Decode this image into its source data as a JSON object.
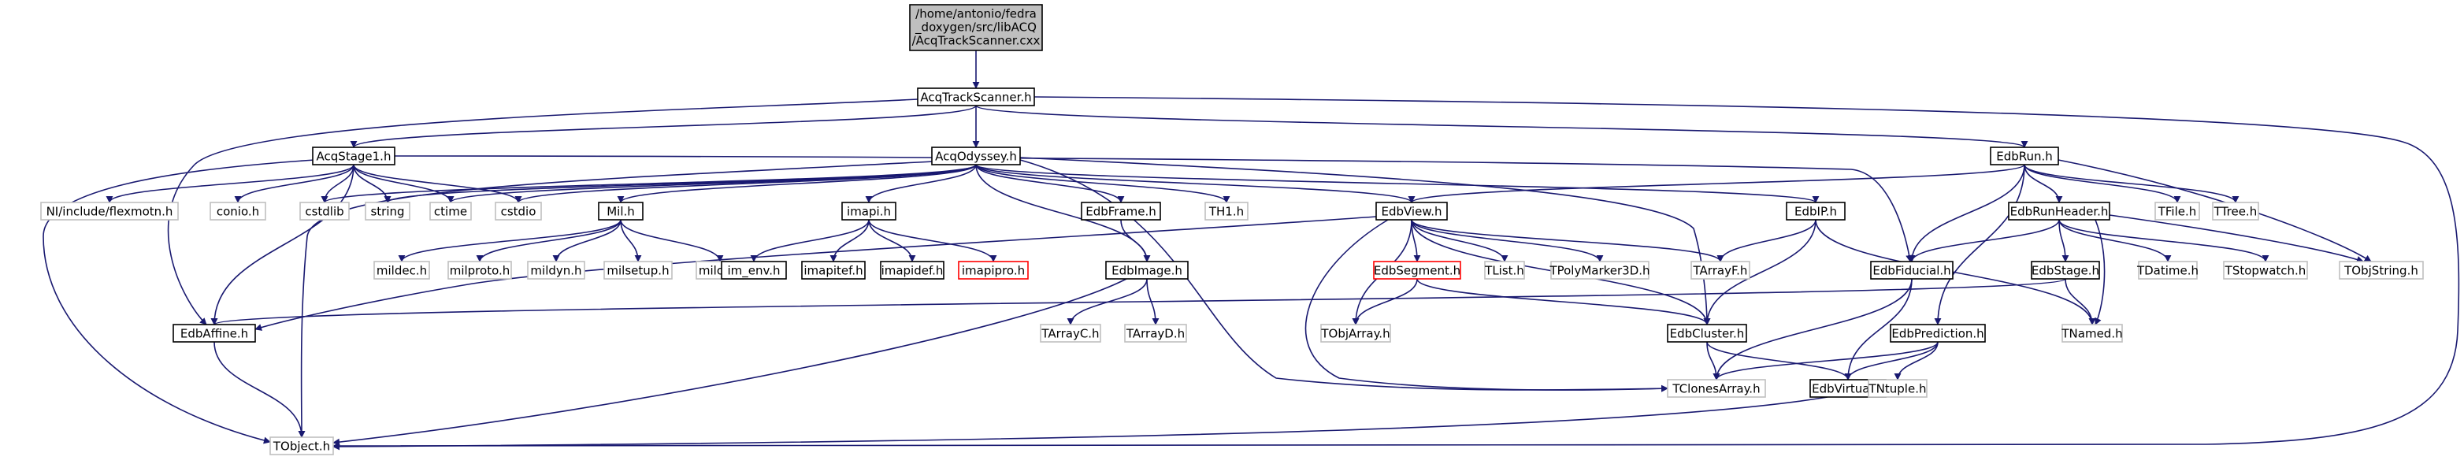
{
  "title_node": {
    "lines": [
      "/home/antonio/fedra",
      "_doxygen/src/libACQ",
      "/AcqTrackScanner.cxx"
    ]
  },
  "colors": {
    "edge": "#191970",
    "title_fill": "#bfbfbf",
    "title_border": "#000000",
    "documented_border": "#000000",
    "undocumented_border": "#bfbfbf",
    "missing_border": "#ff0000",
    "text": "#000000"
  },
  "nodes": [
    {
      "id": "AcqTrackScanner_h",
      "label": "AcqTrackScanner.h",
      "kind": "documented"
    },
    {
      "id": "AcqStage1_h",
      "label": "AcqStage1.h",
      "kind": "documented"
    },
    {
      "id": "AcqOdyssey_h",
      "label": "AcqOdyssey.h",
      "kind": "documented"
    },
    {
      "id": "EdbRun_h",
      "label": "EdbRun.h",
      "kind": "documented"
    },
    {
      "id": "flexmotn_h",
      "label": "NI/include/flexmotn.h",
      "kind": "undocumented"
    },
    {
      "id": "conio_h",
      "label": "conio.h",
      "kind": "undocumented"
    },
    {
      "id": "cstdlib",
      "label": "cstdlib",
      "kind": "undocumented"
    },
    {
      "id": "string",
      "label": "string",
      "kind": "undocumented"
    },
    {
      "id": "ctime",
      "label": "ctime",
      "kind": "undocumented"
    },
    {
      "id": "cstdio",
      "label": "cstdio",
      "kind": "undocumented"
    },
    {
      "id": "Mil_h",
      "label": "Mil.h",
      "kind": "documented"
    },
    {
      "id": "imapi_h",
      "label": "imapi.h",
      "kind": "documented"
    },
    {
      "id": "EdbFrame_h",
      "label": "EdbFrame.h",
      "kind": "documented"
    },
    {
      "id": "TH1_h",
      "label": "TH1.h",
      "kind": "undocumented"
    },
    {
      "id": "EdbView_h",
      "label": "EdbView.h",
      "kind": "documented"
    },
    {
      "id": "EdbIP_h",
      "label": "EdbIP.h",
      "kind": "documented"
    },
    {
      "id": "EdbRunHeader_h",
      "label": "EdbRunHeader.h",
      "kind": "documented"
    },
    {
      "id": "TFile_h",
      "label": "TFile.h",
      "kind": "undocumented"
    },
    {
      "id": "TTree_h",
      "label": "TTree.h",
      "kind": "undocumented"
    },
    {
      "id": "mildec_h",
      "label": "mildec.h",
      "kind": "undocumented"
    },
    {
      "id": "milproto_h",
      "label": "milproto.h",
      "kind": "undocumented"
    },
    {
      "id": "mildyn_h",
      "label": "mildyn.h",
      "kind": "undocumented"
    },
    {
      "id": "milsetup_h",
      "label": "milsetup.h",
      "kind": "undocumented"
    },
    {
      "id": "milos_h",
      "label": "milos.h",
      "kind": "undocumented"
    },
    {
      "id": "im_env_h",
      "label": "im_env.h",
      "kind": "documented"
    },
    {
      "id": "imapitef_h",
      "label": "imapitef.h",
      "kind": "documented"
    },
    {
      "id": "imapidef_h",
      "label": "imapidef.h",
      "kind": "documented"
    },
    {
      "id": "imapipro_h",
      "label": "imapipro.h",
      "kind": "missing"
    },
    {
      "id": "EdbImage_h",
      "label": "EdbImage.h",
      "kind": "documented"
    },
    {
      "id": "EdbSegment_h",
      "label": "EdbSegment.h",
      "kind": "missing"
    },
    {
      "id": "TList_h",
      "label": "TList.h",
      "kind": "undocumented"
    },
    {
      "id": "TPolyMarker3D_h",
      "label": "TPolyMarker3D.h",
      "kind": "undocumented"
    },
    {
      "id": "TArrayF_h",
      "label": "TArrayF.h",
      "kind": "undocumented"
    },
    {
      "id": "EdbFiducial_h",
      "label": "EdbFiducial.h",
      "kind": "documented"
    },
    {
      "id": "EdbStage_h",
      "label": "EdbStage.h",
      "kind": "documented"
    },
    {
      "id": "TDatime_h",
      "label": "TDatime.h",
      "kind": "undocumented"
    },
    {
      "id": "TStopwatch_h",
      "label": "TStopwatch.h",
      "kind": "undocumented"
    },
    {
      "id": "TObjString_h",
      "label": "TObjString.h",
      "kind": "undocumented"
    },
    {
      "id": "EdbAffine_h",
      "label": "EdbAffine.h",
      "kind": "documented"
    },
    {
      "id": "TArrayC_h",
      "label": "TArrayC.h",
      "kind": "undocumented"
    },
    {
      "id": "TArrayD_h",
      "label": "TArrayD.h",
      "kind": "undocumented"
    },
    {
      "id": "TObjArray_h",
      "label": "TObjArray.h",
      "kind": "undocumented"
    },
    {
      "id": "EdbCluster_h",
      "label": "EdbCluster.h",
      "kind": "documented"
    },
    {
      "id": "EdbPrediction_h",
      "label": "EdbPrediction.h",
      "kind": "documented"
    },
    {
      "id": "TNamed_h",
      "label": "TNamed.h",
      "kind": "undocumented"
    },
    {
      "id": "TClonesArray_h",
      "label": "TClonesArray.h",
      "kind": "undocumented"
    },
    {
      "id": "EdbVirtual_h",
      "label": "EdbVirtual.h",
      "kind": "documented"
    },
    {
      "id": "TNtuple_h",
      "label": "TNtuple.h",
      "kind": "undocumented"
    },
    {
      "id": "TObject_h",
      "label": "TObject.h",
      "kind": "undocumented"
    }
  ],
  "edges": [
    [
      "title",
      "AcqTrackScanner_h"
    ],
    [
      "AcqTrackScanner_h",
      "AcqStage1_h"
    ],
    [
      "AcqTrackScanner_h",
      "AcqOdyssey_h"
    ],
    [
      "AcqTrackScanner_h",
      "EdbRun_h"
    ],
    [
      "AcqTrackScanner_h",
      "EdbAffine_h"
    ],
    [
      "AcqTrackScanner_h",
      "TObject_h"
    ],
    [
      "AcqStage1_h",
      "flexmotn_h"
    ],
    [
      "AcqStage1_h",
      "conio_h"
    ],
    [
      "AcqStage1_h",
      "cstdlib"
    ],
    [
      "AcqStage1_h",
      "string"
    ],
    [
      "AcqStage1_h",
      "ctime"
    ],
    [
      "AcqStage1_h",
      "cstdio"
    ],
    [
      "AcqStage1_h",
      "EdbAffine_h"
    ],
    [
      "AcqStage1_h",
      "TObject_h"
    ],
    [
      "AcqStage1_h",
      "EdbFiducial_h"
    ],
    [
      "AcqOdyssey_h",
      "cstdlib"
    ],
    [
      "AcqOdyssey_h",
      "string"
    ],
    [
      "AcqOdyssey_h",
      "ctime"
    ],
    [
      "AcqOdyssey_h",
      "cstdio"
    ],
    [
      "AcqOdyssey_h",
      "Mil_h"
    ],
    [
      "AcqOdyssey_h",
      "imapi_h"
    ],
    [
      "AcqOdyssey_h",
      "EdbFrame_h"
    ],
    [
      "AcqOdyssey_h",
      "TH1_h"
    ],
    [
      "AcqOdyssey_h",
      "EdbView_h"
    ],
    [
      "AcqOdyssey_h",
      "EdbIP_h"
    ],
    [
      "AcqOdyssey_h",
      "EdbImage_h"
    ],
    [
      "AcqOdyssey_h",
      "EdbCluster_h"
    ],
    [
      "AcqOdyssey_h",
      "TClonesArray_h"
    ],
    [
      "AcqOdyssey_h",
      "TObject_h"
    ],
    [
      "EdbRun_h",
      "EdbView_h"
    ],
    [
      "EdbRun_h",
      "EdbRunHeader_h"
    ],
    [
      "EdbRun_h",
      "TFile_h"
    ],
    [
      "EdbRun_h",
      "TTree_h"
    ],
    [
      "EdbRun_h",
      "EdbFiducial_h"
    ],
    [
      "EdbRun_h",
      "EdbPrediction_h"
    ],
    [
      "EdbRun_h",
      "TObjString_h"
    ],
    [
      "Mil_h",
      "mildec_h"
    ],
    [
      "Mil_h",
      "milproto_h"
    ],
    [
      "Mil_h",
      "mildyn_h"
    ],
    [
      "Mil_h",
      "milsetup_h"
    ],
    [
      "Mil_h",
      "milos_h"
    ],
    [
      "imapi_h",
      "im_env_h"
    ],
    [
      "imapi_h",
      "imapitef_h"
    ],
    [
      "imapi_h",
      "imapidef_h"
    ],
    [
      "imapi_h",
      "imapipro_h"
    ],
    [
      "EdbFrame_h",
      "EdbImage_h"
    ],
    [
      "EdbImage_h",
      "TArrayC_h"
    ],
    [
      "EdbImage_h",
      "TArrayD_h"
    ],
    [
      "EdbImage_h",
      "TObject_h"
    ],
    [
      "EdbView_h",
      "EdbSegment_h"
    ],
    [
      "EdbView_h",
      "TList_h"
    ],
    [
      "EdbView_h",
      "TPolyMarker3D_h"
    ],
    [
      "EdbView_h",
      "TArrayF_h"
    ],
    [
      "EdbView_h",
      "TObjArray_h"
    ],
    [
      "EdbView_h",
      "EdbCluster_h"
    ],
    [
      "EdbView_h",
      "TClonesArray_h"
    ],
    [
      "EdbView_h",
      "EdbAffine_h"
    ],
    [
      "EdbIP_h",
      "TArrayF_h"
    ],
    [
      "EdbIP_h",
      "EdbCluster_h"
    ],
    [
      "EdbIP_h",
      "TNamed_h"
    ],
    [
      "EdbRunHeader_h",
      "EdbFiducial_h"
    ],
    [
      "EdbRunHeader_h",
      "EdbStage_h"
    ],
    [
      "EdbRunHeader_h",
      "TDatime_h"
    ],
    [
      "EdbRunHeader_h",
      "TStopwatch_h"
    ],
    [
      "EdbRunHeader_h",
      "TObjString_h"
    ],
    [
      "EdbRunHeader_h",
      "TNamed_h"
    ],
    [
      "EdbStage_h",
      "EdbAffine_h"
    ],
    [
      "EdbStage_h",
      "TNamed_h"
    ],
    [
      "EdbSegment_h",
      "TObjArray_h"
    ],
    [
      "EdbSegment_h",
      "EdbCluster_h"
    ],
    [
      "EdbFiducial_h",
      "EdbVirtual_h"
    ],
    [
      "EdbFiducial_h",
      "TClonesArray_h"
    ],
    [
      "EdbCluster_h",
      "TClonesArray_h"
    ],
    [
      "EdbCluster_h",
      "EdbVirtual_h"
    ],
    [
      "EdbPrediction_h",
      "TClonesArray_h"
    ],
    [
      "EdbPrediction_h",
      "EdbVirtual_h"
    ],
    [
      "EdbPrediction_h",
      "TNtuple_h"
    ],
    [
      "EdbAffine_h",
      "TObject_h"
    ],
    [
      "EdbVirtual_h",
      "TObject_h"
    ]
  ]
}
